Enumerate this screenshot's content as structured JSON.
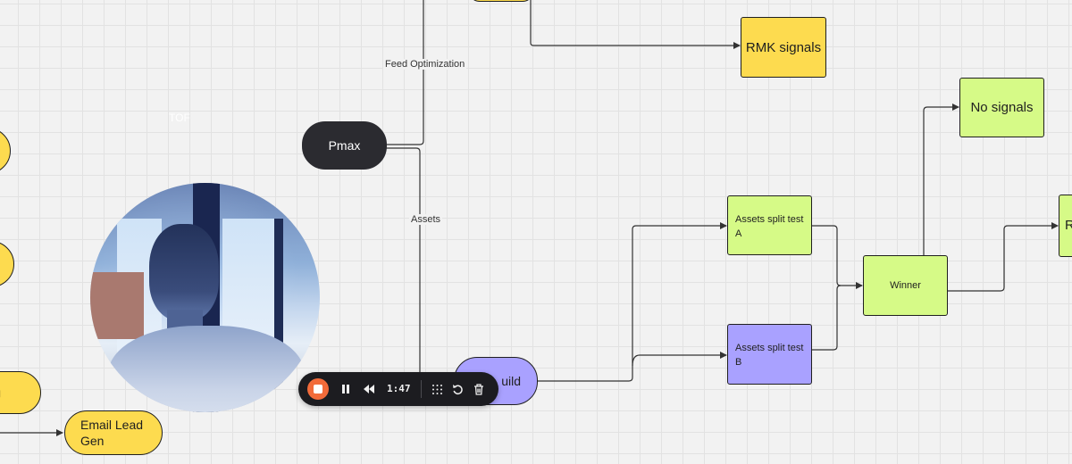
{
  "canvas": {
    "labels": {
      "tof": "TOF",
      "feed_optimization": "Feed Optimization",
      "assets": "Assets"
    },
    "nodes": {
      "pmax": "Pmax",
      "rmk_signals": "RMK signals",
      "no_signals": "No signals",
      "assets_split_a": "Assets split test A",
      "assets_split_b": "Assets split test B",
      "winner": "Winner",
      "build": "uild",
      "email_lead_gen": "Email Lead Gen",
      "left_partial_g": "g",
      "right_partial_r": "R"
    }
  },
  "recorder": {
    "timer": "1:47",
    "icons": [
      "stop-icon",
      "pause-icon",
      "rewind-icon",
      "grid-icon",
      "restart-icon",
      "trash-icon"
    ]
  },
  "colors": {
    "yellow": "#fddb4f",
    "lime": "#d6fa87",
    "purple": "#a9a1ff",
    "dark": "#2b2b30",
    "stop": "#f26b3a"
  }
}
